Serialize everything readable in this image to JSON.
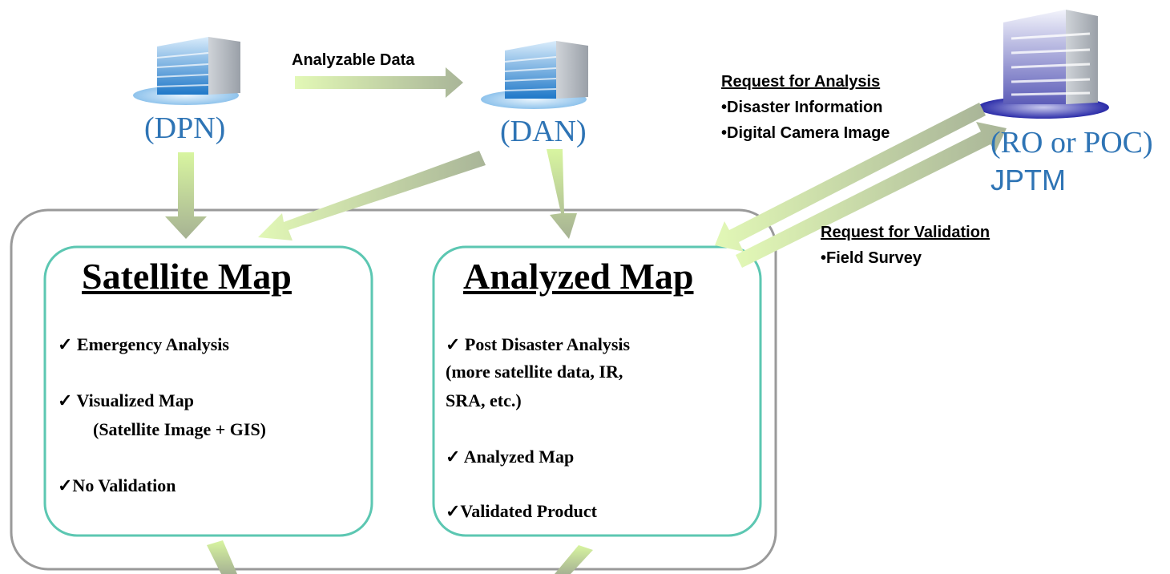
{
  "nodes": {
    "dpn": "(DPN)",
    "dan": "(DAN)",
    "ro_poc": "(RO or POC)",
    "jptm": "JPTM"
  },
  "arrows": {
    "analyzable_data": "Analyzable Data"
  },
  "requests": {
    "analysis": {
      "title": "Request for Analysis",
      "items": [
        "•Disaster Information",
        "•Digital Camera Image"
      ]
    },
    "validation": {
      "title": "Request for Validation",
      "items": [
        "•Field Survey"
      ]
    }
  },
  "satellite_map": {
    "title": "Satellite Map",
    "items": [
      "✓ Emergency Analysis",
      "✓ Visualized Map",
      "(Satellite Image + GIS)",
      "✓No Validation"
    ]
  },
  "analyzed_map": {
    "title": "Analyzed Map",
    "items": [
      "✓ Post Disaster Analysis",
      "(more satellite data, IR,",
      "SRA, etc.)",
      "✓ Analyzed Map",
      "✓Validated Product"
    ]
  },
  "colors": {
    "arrow_light": "#d4f59a",
    "arrow_dark": "#9aa58a",
    "node_text": "#2e74b5",
    "box_border": "#5cc7b2",
    "outer_border": "#9a9a9a"
  },
  "icons": [
    "server-icon"
  ]
}
